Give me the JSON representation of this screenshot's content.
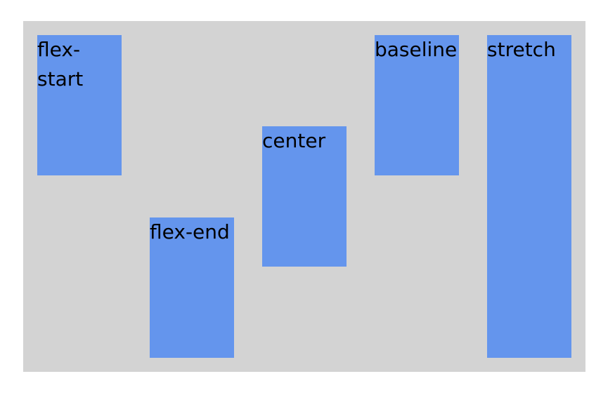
{
  "items": [
    {
      "label": "flex-start"
    },
    {
      "label": "flex-end"
    },
    {
      "label": "center"
    },
    {
      "label": "baseline"
    },
    {
      "label": "stretch"
    }
  ],
  "colors": {
    "container_bg": "#d3d3d3",
    "item_bg": "#6495ed",
    "text": "#000000"
  }
}
